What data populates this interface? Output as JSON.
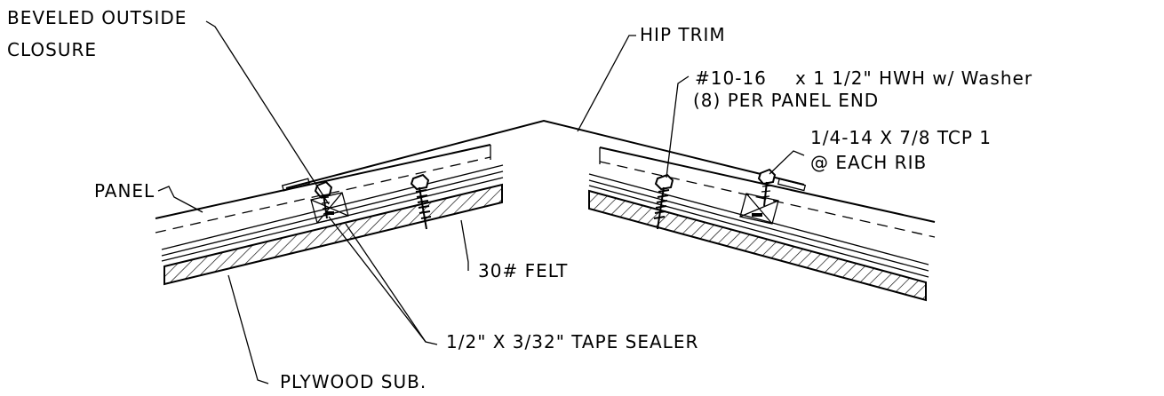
{
  "labels": {
    "beveled_outside": "BEVELED OUTSIDE",
    "closure": "CLOSURE",
    "hip_trim": "HIP TRIM",
    "screw_line1_a": "#10-16",
    "screw_line1_b": "x 1 1/2\" HWH w/ Washer",
    "screw_line2": "(8) PER PANEL END",
    "tcp_line1": "1/4-14 X 7/8 TCP 1",
    "tcp_line2": "@ EACH RIB",
    "panel": "PANEL",
    "felt": "30# FELT",
    "tape_sealer": "1/2\" X 3/32\" TAPE SEALER",
    "plywood": "PLYWOOD SUB."
  }
}
